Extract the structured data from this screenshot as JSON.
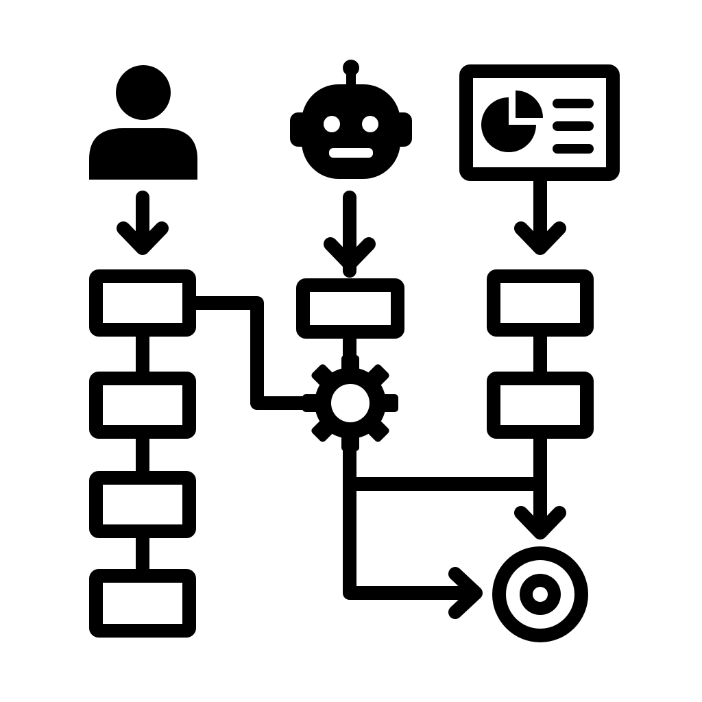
{
  "diagram": {
    "colors": {
      "ink": "#000000",
      "background": "#ffffff"
    },
    "sources": [
      {
        "icon": "person-icon"
      },
      {
        "icon": "robot-icon"
      },
      {
        "icon": "dashboard-chart-icon"
      }
    ],
    "processor": {
      "icon": "gear-icon"
    },
    "target": {
      "icon": "target-icon"
    },
    "column_1_steps": 4,
    "column_2_steps": 1,
    "column_3_steps": 2
  }
}
